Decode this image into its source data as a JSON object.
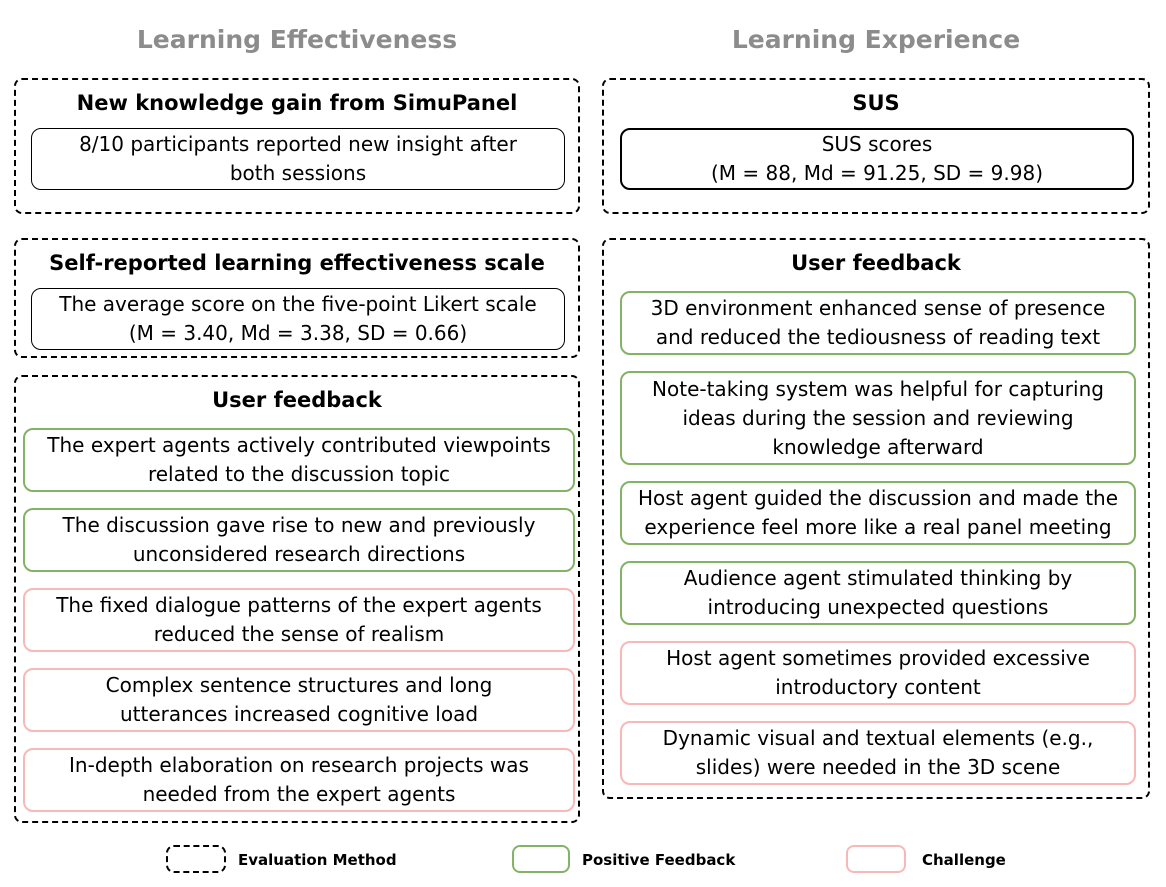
{
  "left": {
    "title": "Learning Effectiveness",
    "knowledge": {
      "title": "New knowledge gain from SimuPanel",
      "box": [
        "8/10 participants reported new insight after",
        "both sessions"
      ]
    },
    "scale": {
      "title": "Self-reported learning effectiveness scale",
      "box": [
        "The average score on the five-point Likert scale",
        "(M = 3.40, Md = 3.38, SD = 0.66)"
      ]
    },
    "feedback": {
      "title": "User feedback",
      "items": [
        {
          "type": "positive",
          "lines": [
            "The expert agents actively contributed viewpoints",
            "related to the discussion topic"
          ]
        },
        {
          "type": "positive",
          "lines": [
            "The discussion gave rise to new and previously",
            "unconsidered research directions"
          ]
        },
        {
          "type": "challenge",
          "lines": [
            "The fixed dialogue patterns of the expert agents",
            "reduced the sense of realism"
          ]
        },
        {
          "type": "challenge",
          "lines": [
            "Complex sentence structures and long",
            "utterances increased cognitive load"
          ]
        },
        {
          "type": "challenge",
          "lines": [
            "In-depth elaboration on research projects was",
            "needed from the expert agents"
          ]
        }
      ]
    }
  },
  "right": {
    "title": "Learning Experience",
    "sus": {
      "title": "SUS",
      "box": [
        "SUS scores",
        "(M = 88, Md = 91.25, SD = 9.98)"
      ]
    },
    "feedback": {
      "title": "User feedback",
      "items": [
        {
          "type": "positive",
          "lines": [
            "3D environment enhanced sense of presence",
            "and reduced the tediousness of reading text"
          ]
        },
        {
          "type": "positive",
          "lines": [
            "Note-taking system was helpful for capturing",
            "ideas during the session and reviewing",
            "knowledge afterward"
          ]
        },
        {
          "type": "positive",
          "lines": [
            "Host agent guided the discussion and made the",
            "experience feel more like a real panel meeting"
          ]
        },
        {
          "type": "positive",
          "lines": [
            "Audience agent stimulated thinking by",
            "introducing unexpected questions"
          ]
        },
        {
          "type": "challenge",
          "lines": [
            "Host agent sometimes provided excessive",
            "introductory content"
          ]
        },
        {
          "type": "challenge",
          "lines": [
            "Dynamic visual and textual elements (e.g.,",
            "slides) were needed in the 3D scene"
          ]
        }
      ]
    }
  },
  "legend": {
    "evaluation": "Evaluation Method",
    "positive": "Positive Feedback",
    "challenge": "Challenge"
  },
  "colors": {
    "positive_border": "#82b366",
    "challenge_border": "#f8b8b8",
    "column_title": "#8c8c8c"
  }
}
